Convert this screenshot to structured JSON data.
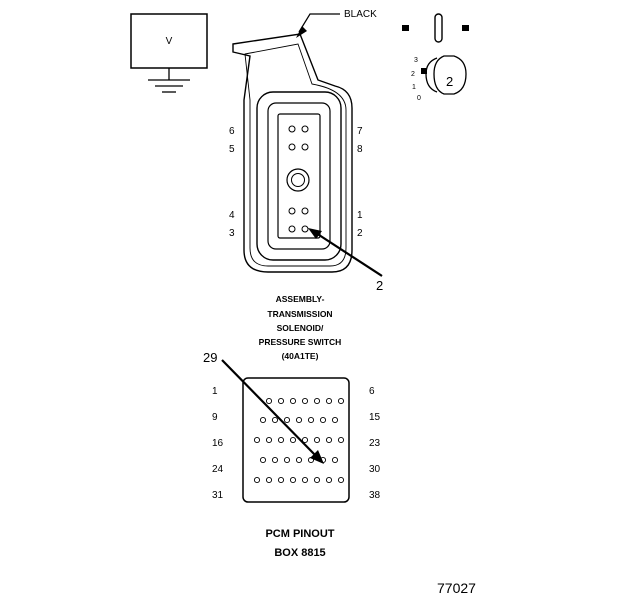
{
  "meter": {
    "label": "V"
  },
  "wire": {
    "color_label": "BLACK"
  },
  "switch_icon": {
    "positions": [
      "3",
      "2",
      "1",
      "0"
    ],
    "callout": "2"
  },
  "connector": {
    "pin_labels_left": [
      "6",
      "5",
      "4",
      "3"
    ],
    "pin_labels_right": [
      "7",
      "8",
      "1",
      "2"
    ],
    "callout": "2",
    "caption_lines": [
      "ASSEMBLY-",
      "TRANSMISSION",
      "SOLENOID/",
      "PRESSURE SWITCH",
      "(40A1TE)"
    ]
  },
  "pcm": {
    "callout": "29",
    "rows": [
      {
        "left": "1",
        "right": "6"
      },
      {
        "left": "9",
        "right": "15"
      },
      {
        "left": "16",
        "right": "23"
      },
      {
        "left": "24",
        "right": "30"
      },
      {
        "left": "31",
        "right": "38"
      }
    ],
    "caption_lines": [
      "PCM PINOUT",
      "BOX 8815"
    ]
  },
  "figure_number": "77027"
}
